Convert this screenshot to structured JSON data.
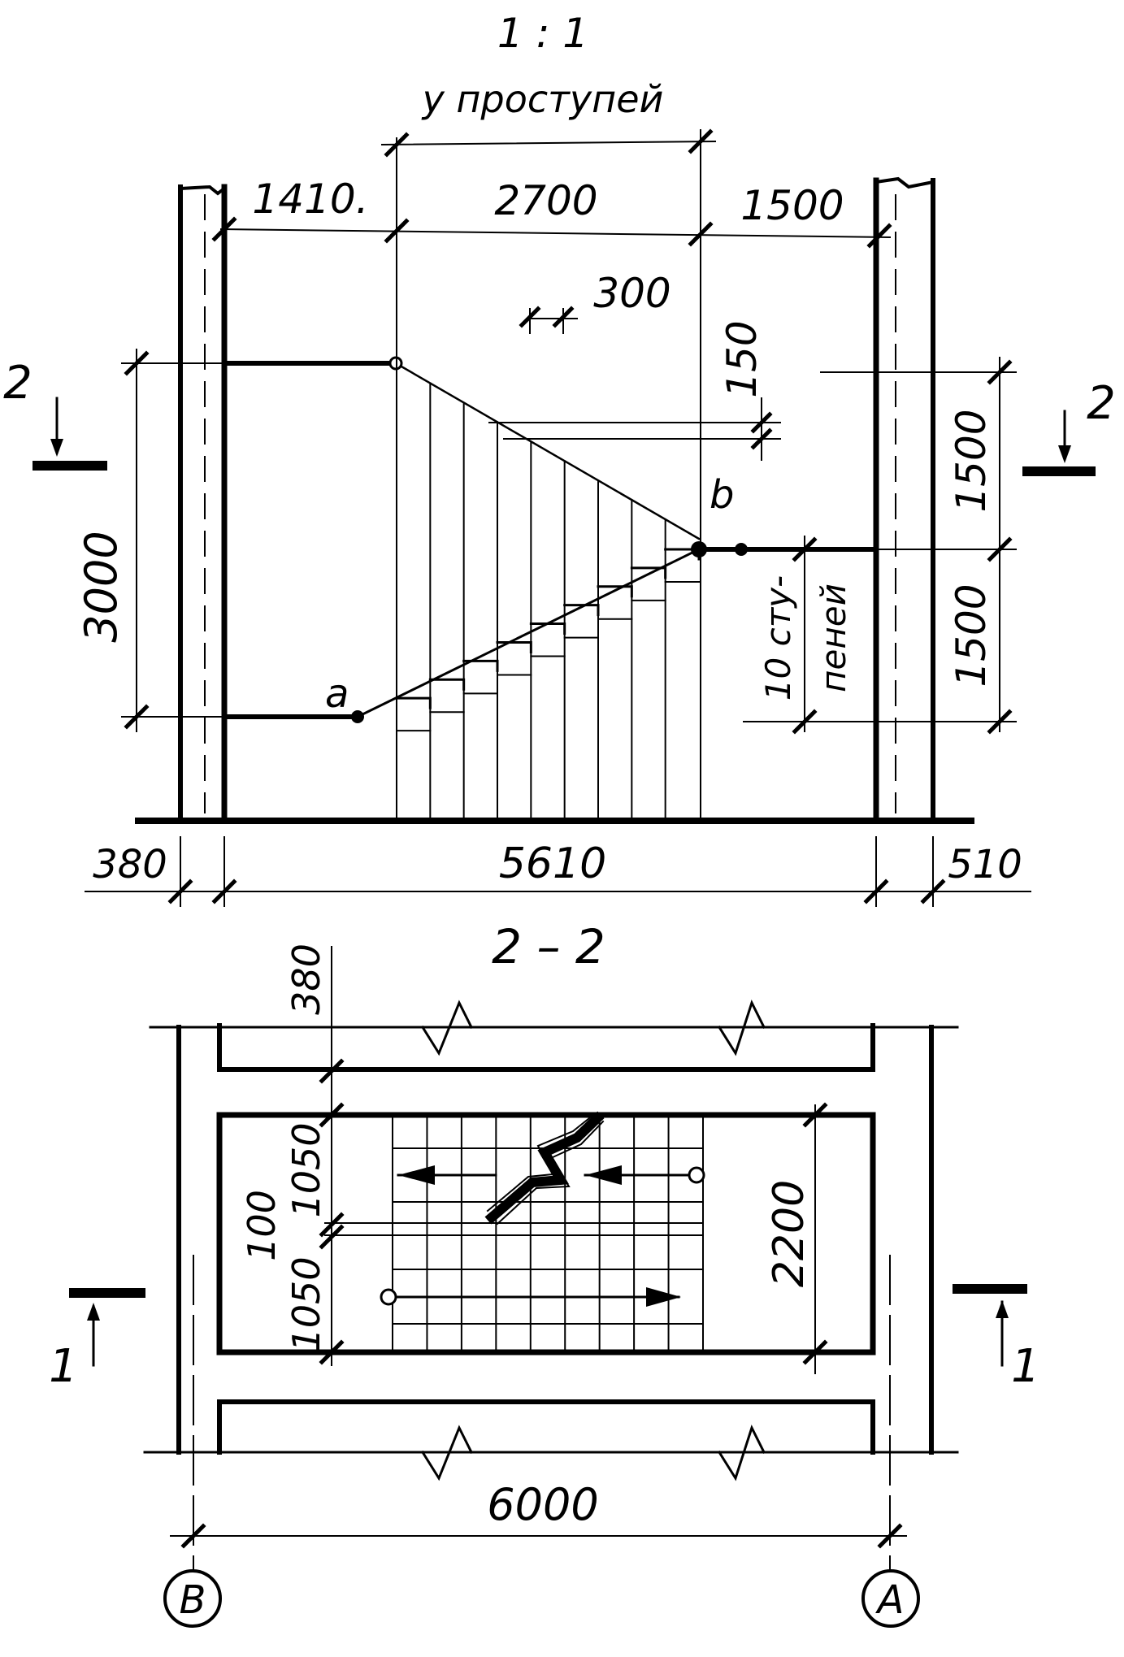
{
  "section_1_1": {
    "title": "1 : 1",
    "treads_note": "у проступей",
    "dims": {
      "left_landing": "1410.",
      "flight_run": "2700",
      "right_landing": "1500",
      "tread": "300",
      "riser": "150",
      "height_total": "3000",
      "upper_flight_height": "1500",
      "lower_flight_height": "1500",
      "left_wall": "380",
      "clear_span": "5610",
      "right_wall": "510"
    },
    "steps_note_1": "10 сту-",
    "steps_note_2": "пеней",
    "point_a": "a",
    "point_b": "b",
    "cut_left": "2",
    "cut_right": "2"
  },
  "section_2_2": {
    "title": "2 – 2",
    "dims": {
      "wall": "380",
      "flight_width_1": "1050",
      "gap": "100",
      "flight_width_2": "1050",
      "stair_width": "2200",
      "axis_span": "6000"
    },
    "cut_left": "1",
    "cut_right": "1",
    "axis_left": "B",
    "axis_right": "A"
  }
}
